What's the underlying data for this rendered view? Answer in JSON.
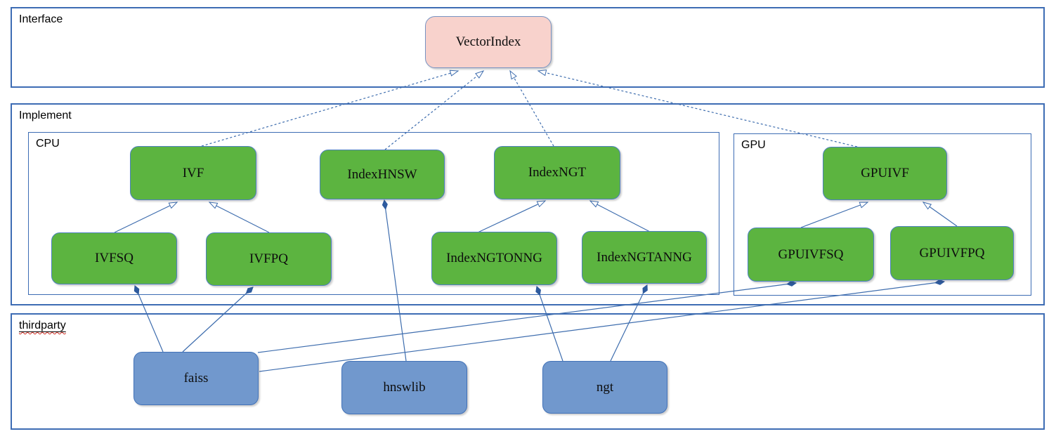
{
  "diagram": {
    "containers": {
      "interface": {
        "label": "Interface"
      },
      "implement": {
        "label": "Implement"
      },
      "cpu": {
        "label": "CPU"
      },
      "gpu": {
        "label": "GPU"
      },
      "thirdparty": {
        "label": "thirdparty"
      }
    },
    "nodes": {
      "vectorindex": {
        "label": "VectorIndex"
      },
      "ivf": {
        "label": "IVF"
      },
      "indexhnsw": {
        "label": "IndexHNSW"
      },
      "indexngt": {
        "label": "IndexNGT"
      },
      "ivfsq": {
        "label": "IVFSQ"
      },
      "ivfpq": {
        "label": "IVFPQ"
      },
      "indexngtonng": {
        "label": "IndexNGTONNG"
      },
      "indexngtanng": {
        "label": "IndexNGTANNG"
      },
      "gpuivf": {
        "label": "GPUIVF"
      },
      "gpuivfsq": {
        "label": "GPUIVFSQ"
      },
      "gpuivfpq": {
        "label": "GPUIVFPQ"
      },
      "faiss": {
        "label": "faiss"
      },
      "hnswlib": {
        "label": "hnswlib"
      },
      "ngt": {
        "label": "ngt"
      }
    },
    "edges": [
      {
        "from": "ivf",
        "to": "vectorindex",
        "type": "realization",
        "points": [
          [
            287,
            208
          ],
          [
            652,
            101
          ]
        ]
      },
      {
        "from": "indexhnsw",
        "to": "vectorindex",
        "type": "realization",
        "points": [
          [
            548,
            213
          ],
          [
            688,
            101
          ]
        ]
      },
      {
        "from": "indexngt",
        "to": "vectorindex",
        "type": "realization",
        "points": [
          [
            788,
            208
          ],
          [
            726,
            101
          ]
        ]
      },
      {
        "from": "gpuivf",
        "to": "vectorindex",
        "type": "realization",
        "points": [
          [
            1220,
            209
          ],
          [
            766,
            101
          ]
        ]
      },
      {
        "from": "ivfsq",
        "to": "ivf",
        "type": "generalization",
        "points": [
          [
            163,
            331
          ],
          [
            252,
            288
          ]
        ]
      },
      {
        "from": "ivfpq",
        "to": "ivf",
        "type": "generalization",
        "points": [
          [
            383,
            331
          ],
          [
            298,
            288
          ]
        ]
      },
      {
        "from": "indexngtonng",
        "to": "indexngt",
        "type": "generalization",
        "points": [
          [
            680,
            331
          ],
          [
            776,
            286
          ]
        ]
      },
      {
        "from": "indexngtanng",
        "to": "indexngt",
        "type": "generalization",
        "points": [
          [
            925,
            330
          ],
          [
            840,
            286
          ]
        ]
      },
      {
        "from": "gpuivfsq",
        "to": "gpuivf",
        "type": "generalization",
        "points": [
          [
            1140,
            324
          ],
          [
            1235,
            288
          ]
        ]
      },
      {
        "from": "gpuivfpq",
        "to": "gpuivf",
        "type": "generalization",
        "points": [
          [
            1362,
            322
          ],
          [
            1314,
            288
          ]
        ]
      },
      {
        "from": "faiss",
        "to": "ivfsq",
        "type": "composition",
        "points": [
          [
            232,
            501
          ],
          [
            192,
            407
          ]
        ]
      },
      {
        "from": "faiss",
        "to": "ivfpq",
        "type": "composition",
        "points": [
          [
            260,
            501
          ],
          [
            360,
            409
          ]
        ]
      },
      {
        "from": "hnswlib",
        "to": "indexhnsw",
        "type": "composition",
        "points": [
          [
            578,
            514
          ],
          [
            547,
            285
          ]
        ]
      },
      {
        "from": "ngt",
        "to": "indexngtonng",
        "type": "composition",
        "points": [
          [
            801,
            514
          ],
          [
            764,
            408
          ]
        ]
      },
      {
        "from": "ngt",
        "to": "indexngtanng",
        "type": "composition",
        "points": [
          [
            869,
            514
          ],
          [
            921,
            406
          ]
        ]
      },
      {
        "from": "faiss",
        "to": "gpuivfsq",
        "type": "composition",
        "points": [
          [
            367,
            502
          ],
          [
            1133,
            403
          ]
        ]
      },
      {
        "from": "faiss",
        "to": "gpuivfpq",
        "type": "composition",
        "points": [
          [
            369,
            529
          ],
          [
            1344,
            401
          ]
        ]
      }
    ],
    "colors": {
      "interface_node_fill": "#f8d2cc",
      "implement_node_fill": "#5cb440",
      "thirdparty_node_fill": "#7198cd",
      "node_border": "#4d80c0",
      "container_border": "#3d6cb4",
      "connector": "#3e6dae",
      "spellcheck_underline": "#cf2b20"
    }
  }
}
